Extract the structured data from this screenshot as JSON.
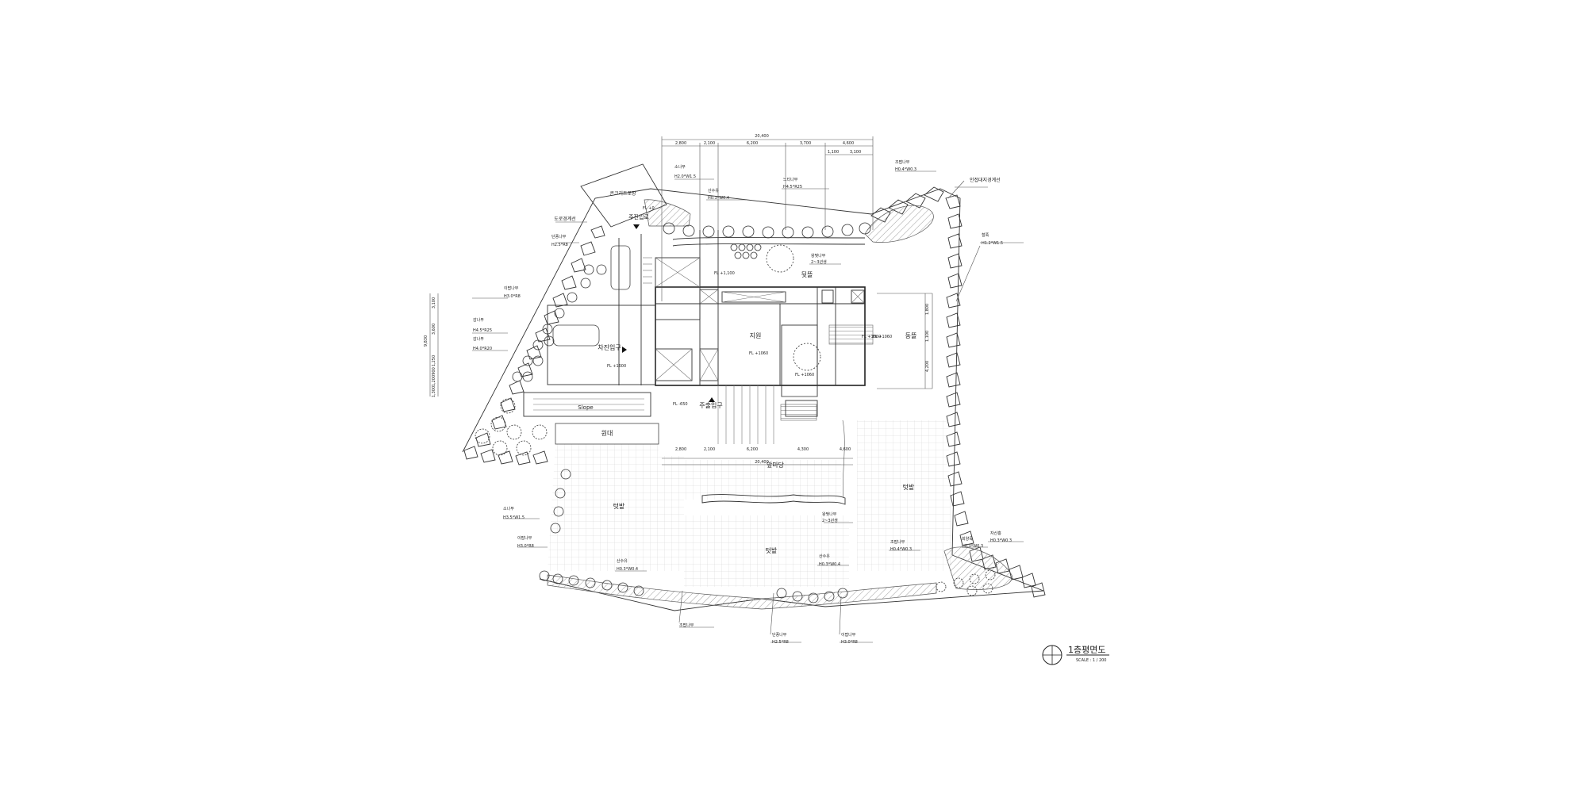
{
  "drawing": {
    "title": "1층평면도",
    "scale": "SCALE : 1 / 200"
  },
  "dimensions": {
    "top_total": "20,400",
    "top_segments": [
      "2,800",
      "2,100",
      "6,200",
      "3,700",
      "4,600"
    ],
    "top_sub": [
      "1,100",
      "3,100"
    ],
    "bottom_segments": [
      "2,800",
      "2,100",
      "6,200",
      "4,300",
      "4,600"
    ],
    "bottom_total": "20,400",
    "left_segments": [
      "3,100",
      "3,600",
      "1,250",
      "900",
      "1,200",
      "1,300"
    ],
    "left_total": "9,830",
    "right_segments": [
      "1,800",
      "1,100",
      "4,200"
    ]
  },
  "rooms": {
    "front_path": "주진입로",
    "entry_car": "차진입구",
    "entry_main": "주출입구",
    "garden_main": "지원",
    "back_yard": "뒷뜰",
    "east_yard": "동뜰",
    "deck": "원대",
    "front_yard": "앞마당",
    "field_w": "텃밭",
    "field_c": "텃밭",
    "field_e": "텃밭",
    "slope": "Slope",
    "concrete": "콘크리트포장",
    "road_edge": "도로경계선",
    "boundary": "인접대지경계선"
  },
  "levels": [
    "FL +0",
    "FL +1,100",
    "FL +1060",
    "FL +1060",
    "FL +1060",
    "FL -650",
    "FL +1600",
    "FL +1060"
  ],
  "plants": [
    {
      "name": "소나무",
      "spec": "H2.0*W1.5"
    },
    {
      "name": "산수유",
      "spec": "H0.3*W0.4"
    },
    {
      "name": "느티나무",
      "spec": "H4.5*R25"
    },
    {
      "name": "조팝나무",
      "spec": "H0.4*W0.3"
    },
    {
      "name": "단풍나무",
      "spec": "H2.5*R8"
    },
    {
      "name": "이팝나무",
      "spec": "H3.0*R8"
    },
    {
      "name": "감나무",
      "spec": "H4.5*R25"
    },
    {
      "name": "감나무",
      "spec": "H4.0*R20"
    },
    {
      "name": "철쭉",
      "spec": "H1.2*W1.5"
    },
    {
      "name": "왕벚나무",
      "spec": "2~3년생"
    },
    {
      "name": "왕벚나무",
      "spec": "2~3년생"
    },
    {
      "name": "소나무",
      "spec": "H3.5*W1.5"
    },
    {
      "name": "이팝나무",
      "spec": "H3.0*R8"
    },
    {
      "name": "산수유",
      "spec": "H0.3*W0.4"
    },
    {
      "name": "산수유",
      "spec": "H0.3*W0.4"
    },
    {
      "name": "조팝나무",
      "spec": "H0.4*W0.3"
    },
    {
      "name": "회양목",
      "spec": "H0.3*W0.3"
    },
    {
      "name": "자산홍",
      "spec": "H0.3*W0.3"
    },
    {
      "name": "조팝나무",
      "spec": ""
    },
    {
      "name": "단풍나무",
      "spec": "H2.5*R8"
    },
    {
      "name": "이팝나무",
      "spec": "H3.0*R8"
    }
  ]
}
